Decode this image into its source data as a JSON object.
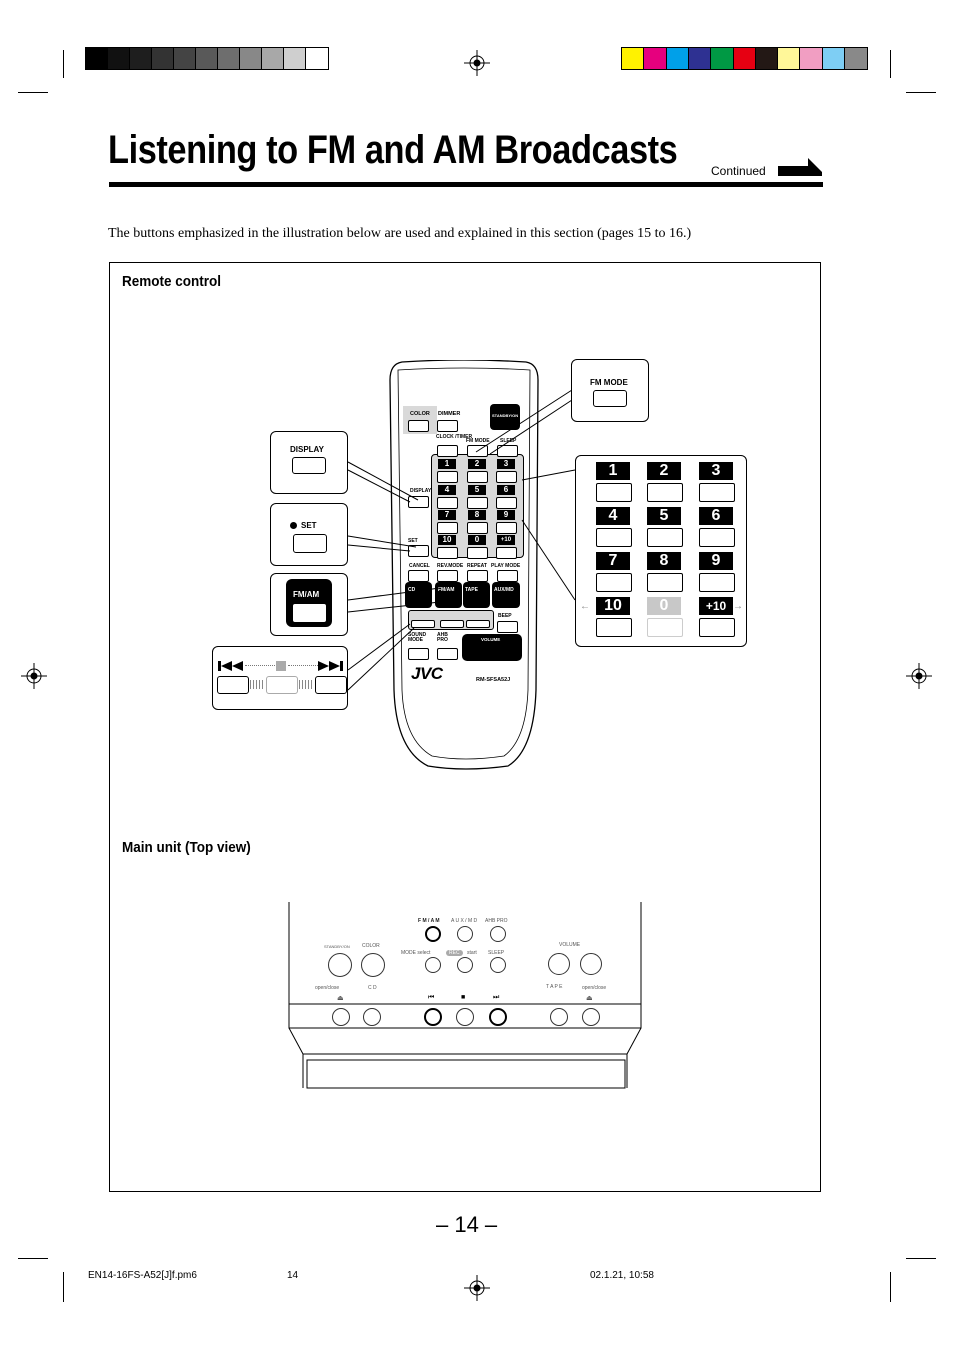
{
  "colors": {
    "gray_bar": [
      "#000000",
      "#111111",
      "#1e1e1e",
      "#333333",
      "#444444",
      "#595959",
      "#6e6e6e",
      "#888888",
      "#a8a8a8",
      "#cfcfcf",
      "#ffffff"
    ],
    "color_bar": [
      "#fff200",
      "#e6007e",
      "#00a0e9",
      "#2e3192",
      "#009944",
      "#e60012",
      "#231815",
      "#fff799",
      "#f19ec2",
      "#7ecef4",
      "#898989"
    ],
    "highlight": "#d9d9d9"
  },
  "header": {
    "title": "Listening to FM and AM Broadcasts",
    "continued": "Continued"
  },
  "intro": "The buttons emphasized in the illustration below are used and explained in this section (pages 15 to 16.)",
  "sections": {
    "remote": "Remote control",
    "main_unit": "Main unit (Top view)"
  },
  "remote": {
    "brand": "JVC",
    "model": "RM-SFSA52J",
    "labels": {
      "color": "COLOR",
      "dimmer": "DIMMER",
      "standby": "STANDBY/ON",
      "clock": "CLOCK /TIMER",
      "fm_mode": "FM MODE",
      "sleep": "SLEEP",
      "display": "DISPLAY",
      "set": "SET",
      "cancel": "CANCEL",
      "rev_mode": "REV.MODE",
      "repeat": "REPEAT",
      "play_mode": "PLAY MODE",
      "cd": "CD",
      "fm_am": "FM/AM",
      "tape": "TAPE",
      "aux_md": "AUX/MD",
      "beep": "BEEP",
      "sound_mode": "SOUND MODE",
      "ahb_pro": "AHB PRO",
      "volume": "VOLUME"
    },
    "numbers": [
      "1",
      "2",
      "3",
      "4",
      "5",
      "6",
      "7",
      "8",
      "9",
      "10",
      "0",
      "+10"
    ]
  },
  "callouts": {
    "fm_mode": "FM MODE",
    "display": "DISPLAY",
    "set": "SET",
    "fm_am": "FM/AM",
    "numbers": [
      "1",
      "2",
      "3",
      "4",
      "5",
      "6",
      "7",
      "8",
      "9",
      "10",
      "0",
      "+10"
    ]
  },
  "main_unit": {
    "fm_am": "F M / A M",
    "aux_md": "A U X / M D",
    "ahb_pro": "AHB PRO",
    "standby": "STANDBY/ON",
    "color": "COLOR",
    "mode_select": "MODE select",
    "rec": "REC",
    "start": "start",
    "sleep": "SLEEP",
    "volume": "VOLUME",
    "open_close_left": "open/close",
    "cd": "C D",
    "tape": "T A P E",
    "open_close_right": "open/close"
  },
  "page_number": "– 14 –",
  "footer": {
    "file": "EN14-16FS-A52[J]f.pm6",
    "page": "14",
    "date": "02.1.21, 10:58"
  }
}
